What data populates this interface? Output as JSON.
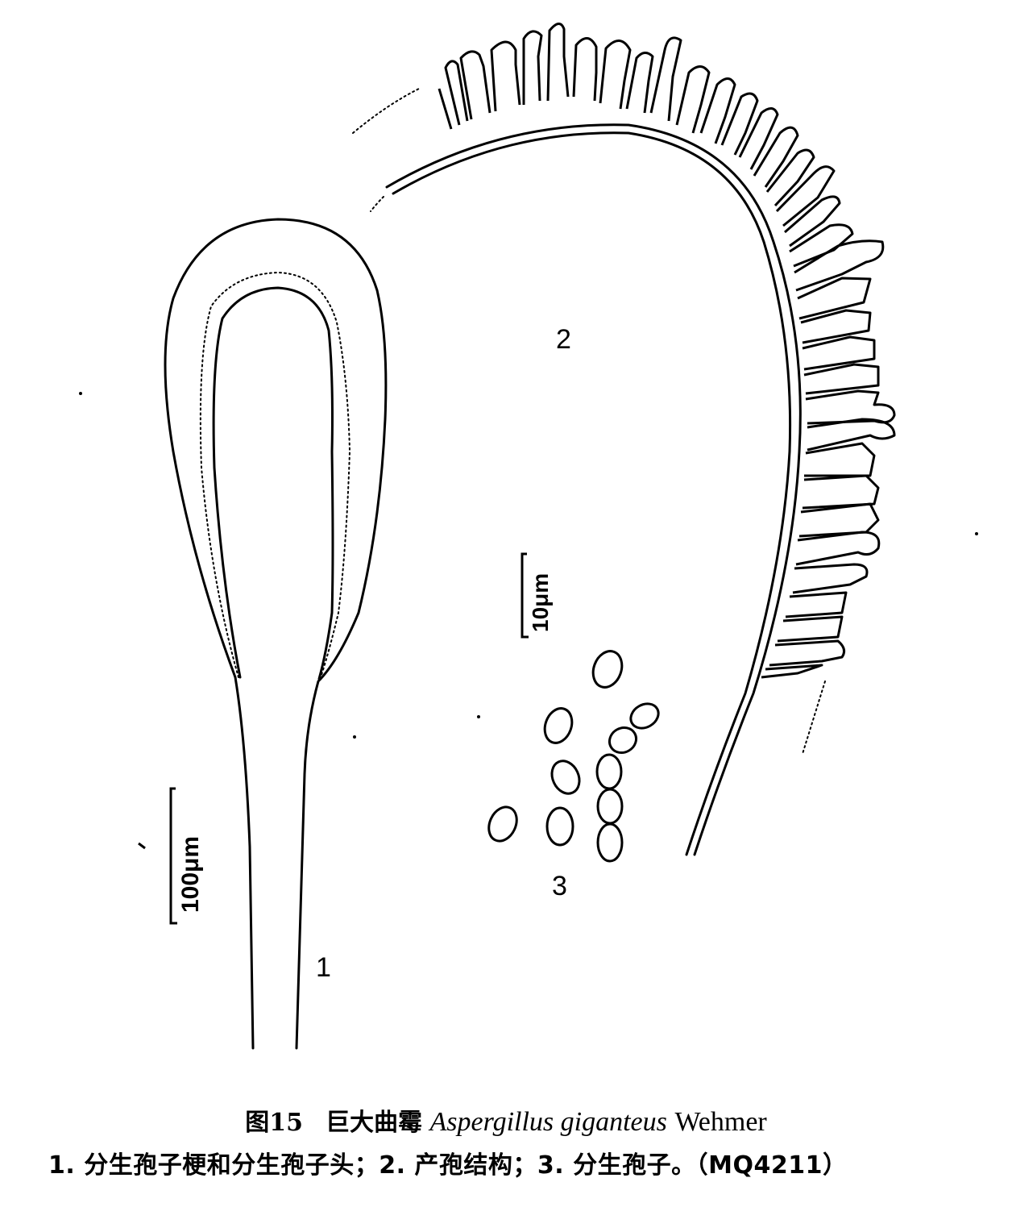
{
  "figure": {
    "panels": [
      {
        "id": "1",
        "label": "1",
        "description": "分生孢子梗和分生孢子头"
      },
      {
        "id": "2",
        "label": "2",
        "description": "产孢结构"
      },
      {
        "id": "3",
        "label": "3",
        "description": "分生孢子"
      }
    ],
    "scale_bars": [
      {
        "panel": "1",
        "text": "100μm"
      },
      {
        "panel": "2-3",
        "text": "10μm"
      }
    ],
    "caption": {
      "figure_number": "图15",
      "chinese_name": "巨大曲霉",
      "scientific_name": "Aspergillus giganteus",
      "author": "Wehmer",
      "legend": "1. 分生孢子梗和分生孢子头；2. 产孢结构；3. 分生孢子。（MQ4211）"
    },
    "colors": {
      "ink": "#000000",
      "paper": "#ffffff"
    }
  }
}
